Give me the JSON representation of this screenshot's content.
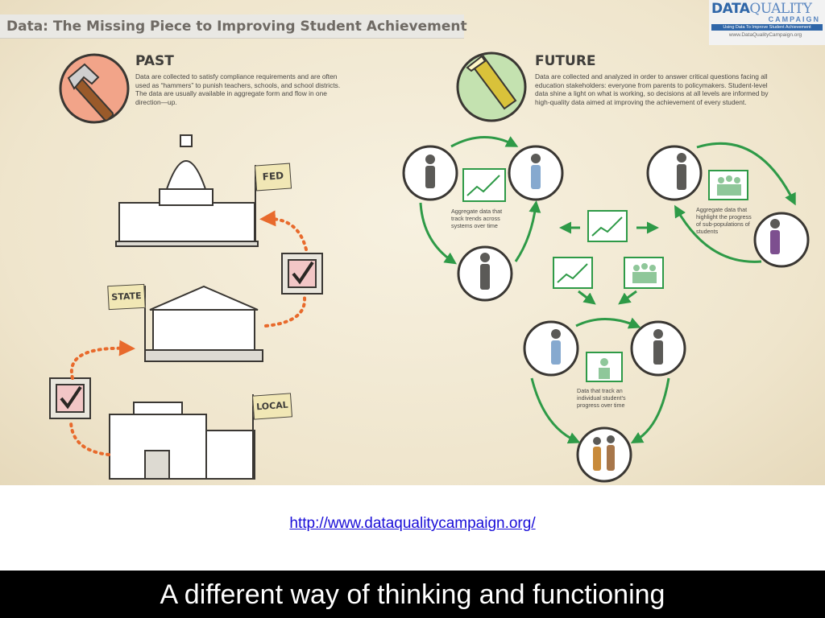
{
  "infographic": {
    "title": "Data: The Missing Piece to Improving Student Achievement",
    "logo": {
      "brand_data": "DATA",
      "brand_quality": "QUALITY",
      "brand_campaign": "CAMPAIGN",
      "tagline": "Using Data To Improve Student Achievement",
      "url": "www.DataQualityCampaign.org"
    },
    "past": {
      "heading": "PAST",
      "text": "Data are collected to satisfy compliance requirements and are often used as “hammers” to punish teachers, schools, and school districts. The data are usually available in aggregate form and flow in one direction—up.",
      "icon": "hammer-icon",
      "flags": {
        "fed": "FED",
        "state": "STATE",
        "local": "LOCAL"
      }
    },
    "future": {
      "heading": "FUTURE",
      "text": "Data are collected and analyzed in order to answer critical questions facing all education stakeholders: everyone from parents to policymakers. Student-level data shine a light on what is working, so decisions at all levels are informed by high-quality data aimed at improving the achievement of every student.",
      "icon": "flashlight-icon",
      "captions": {
        "trends": "Aggregate data that track trends across systems over time",
        "subpop": "Aggregate data that highlight the progress of sub-populations of students",
        "individual": "Data that track an individual student’s progress over time"
      }
    },
    "colors": {
      "accent_green": "#2e9a47",
      "accent_orange": "#e86a2c",
      "title_bar": "#e9e8e4"
    }
  },
  "link": {
    "url": "http://www.dataqualitycampaign.org/"
  },
  "footer": {
    "caption": "A different way of thinking and functioning"
  }
}
